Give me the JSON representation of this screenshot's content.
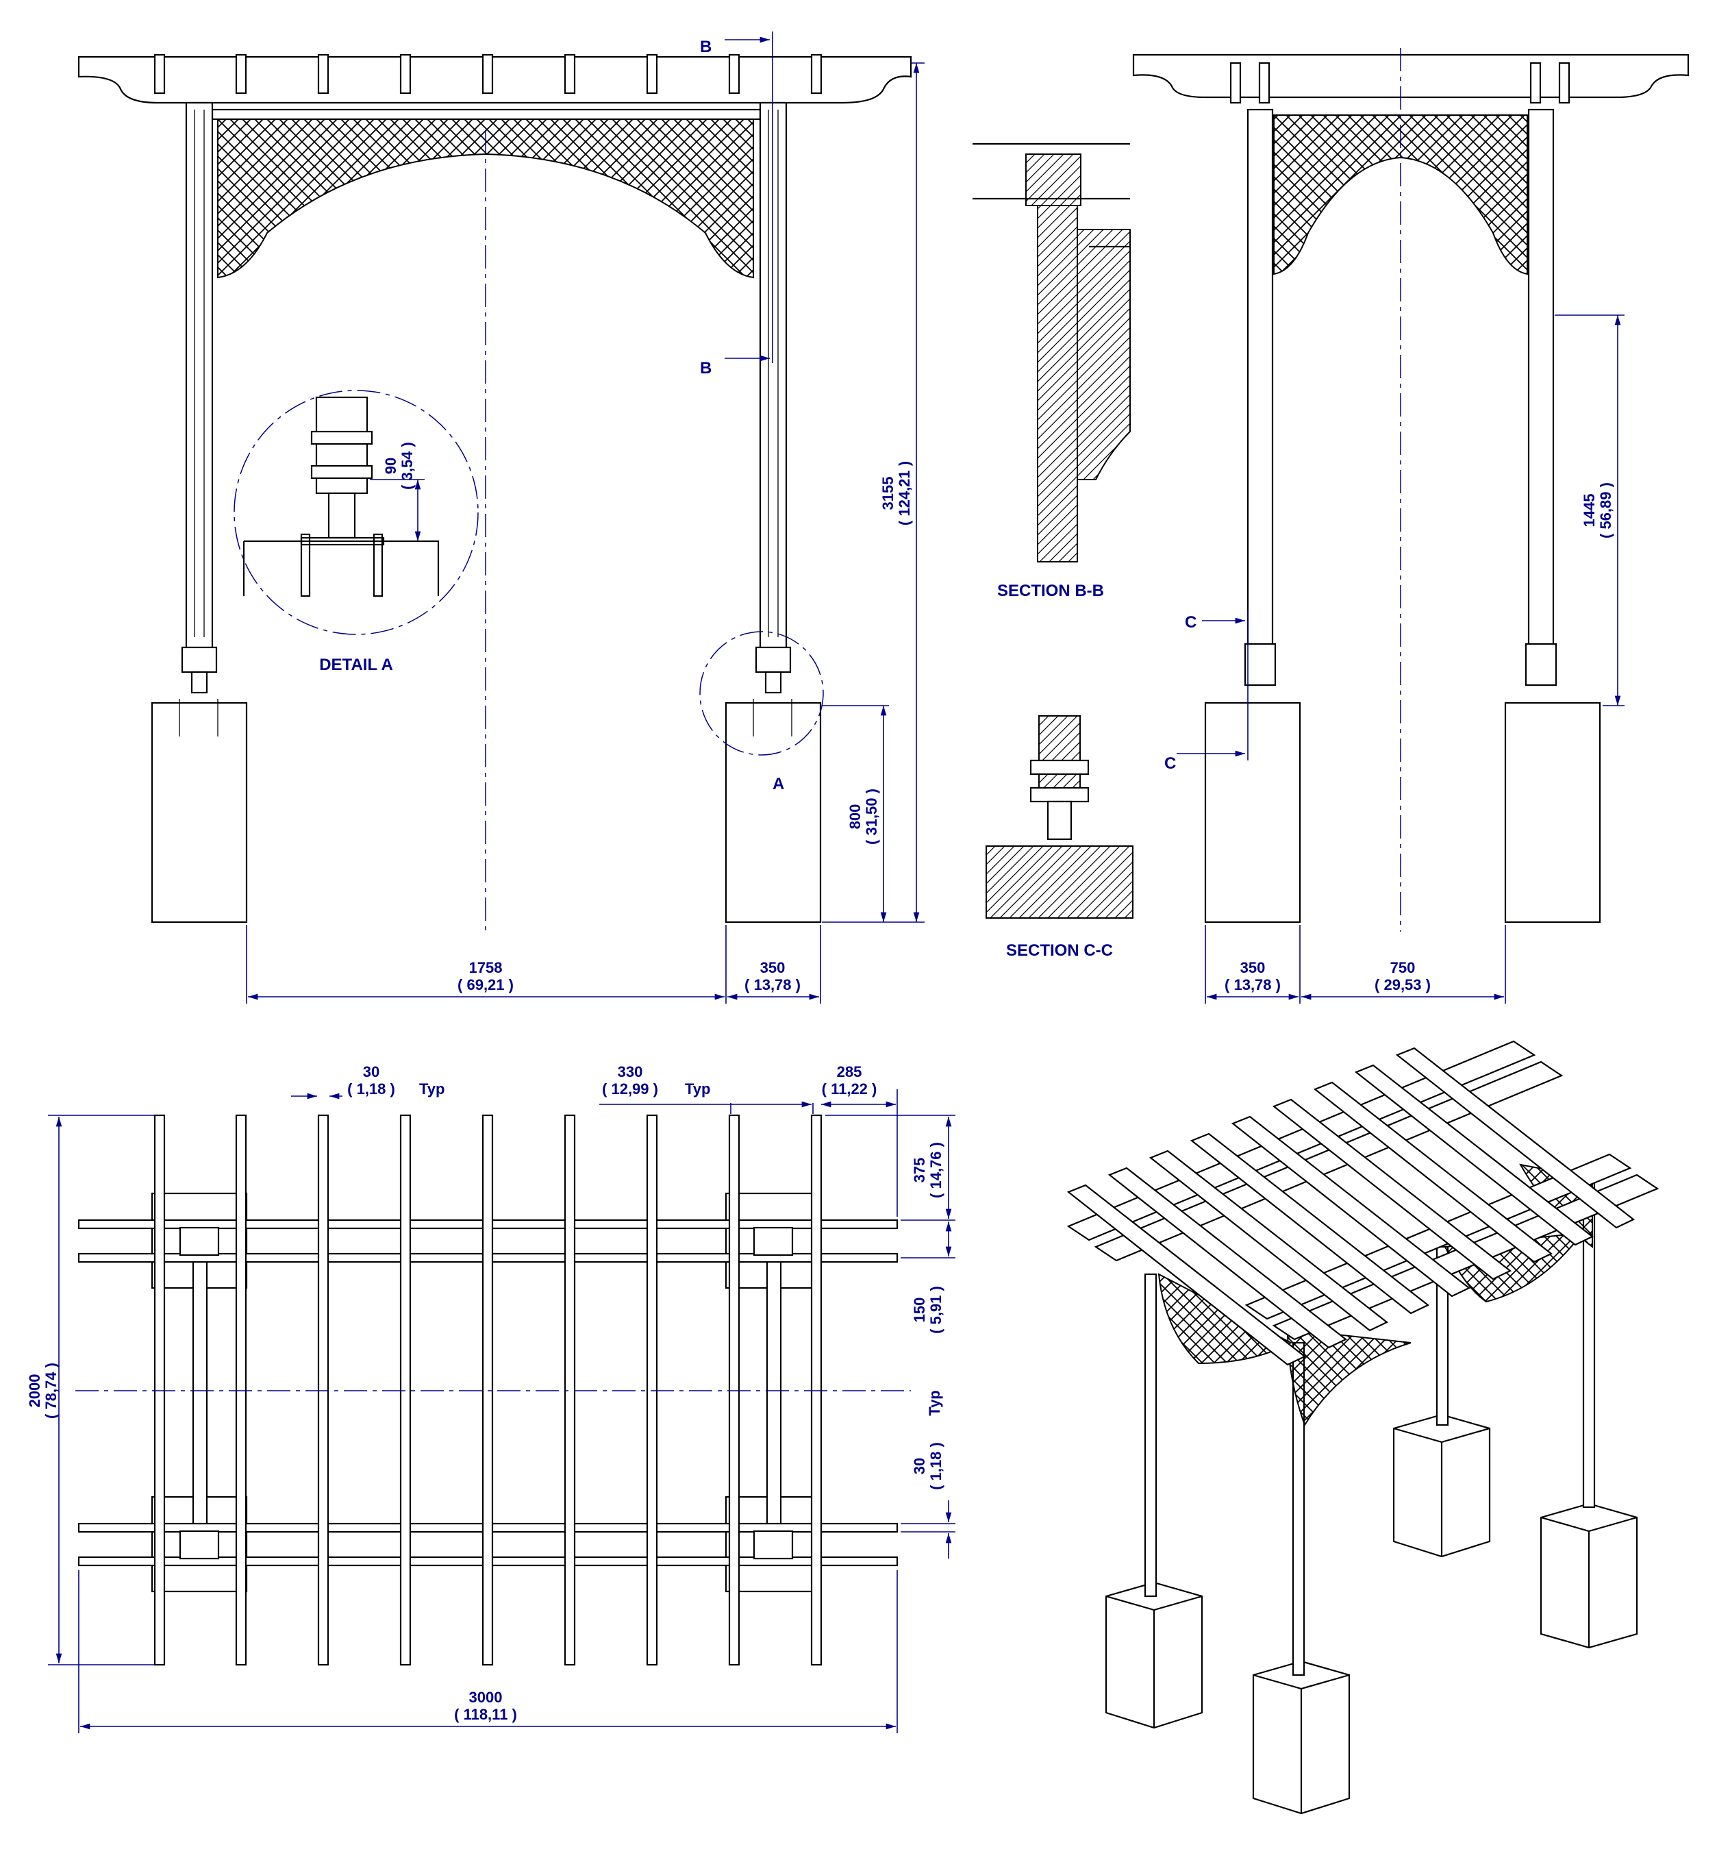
{
  "front_view": {
    "dims": {
      "height_mm": "3155",
      "height_in": "( 124,21 )",
      "footing_h_mm": "800",
      "footing_h_in": "( 31,50 )",
      "span_mm": "1758",
      "span_in": "( 69,21 )",
      "footing_w_mm": "350",
      "footing_w_in": "( 13,78 )"
    },
    "section_marker": "B",
    "detail_marker": "A"
  },
  "detail_a": {
    "title": "DETAIL A",
    "dim_mm": "90",
    "dim_in": "( 3,54 )"
  },
  "section_bb": {
    "title": "SECTION B-B"
  },
  "section_cc": {
    "title": "SECTION C-C"
  },
  "side_view": {
    "section_marker": "C",
    "dims": {
      "post_mm": "1445",
      "post_in": "( 56,89 )",
      "footing_w_mm": "350",
      "footing_w_in": "( 13,78 )",
      "gap_mm": "750",
      "gap_in": "( 29,53 )"
    }
  },
  "plan_view": {
    "dims": {
      "rafter_w_mm": "30",
      "rafter_w_in": "( 1,18 )",
      "rafter_w_note": "Typ",
      "rafter_sp_mm": "330",
      "rafter_sp_in": "( 12,99 )",
      "rafter_sp_note": "Typ",
      "overhang_mm": "285",
      "overhang_in": "( 11,22 )",
      "top_off_mm": "375",
      "top_off_in": "( 14,76 )",
      "beam_gap_mm": "150",
      "beam_gap_in": "( 5,91 )",
      "beam_w_mm": "30",
      "beam_w_in": "( 1,18 )",
      "beam_w_note": "Typ",
      "depth_mm": "2000",
      "depth_in": "( 78,74 )",
      "length_mm": "3000",
      "length_in": "( 118,11 )"
    }
  },
  "colors": {
    "line": "#000000",
    "dimension": "#00008c",
    "background": "#ffffff"
  }
}
